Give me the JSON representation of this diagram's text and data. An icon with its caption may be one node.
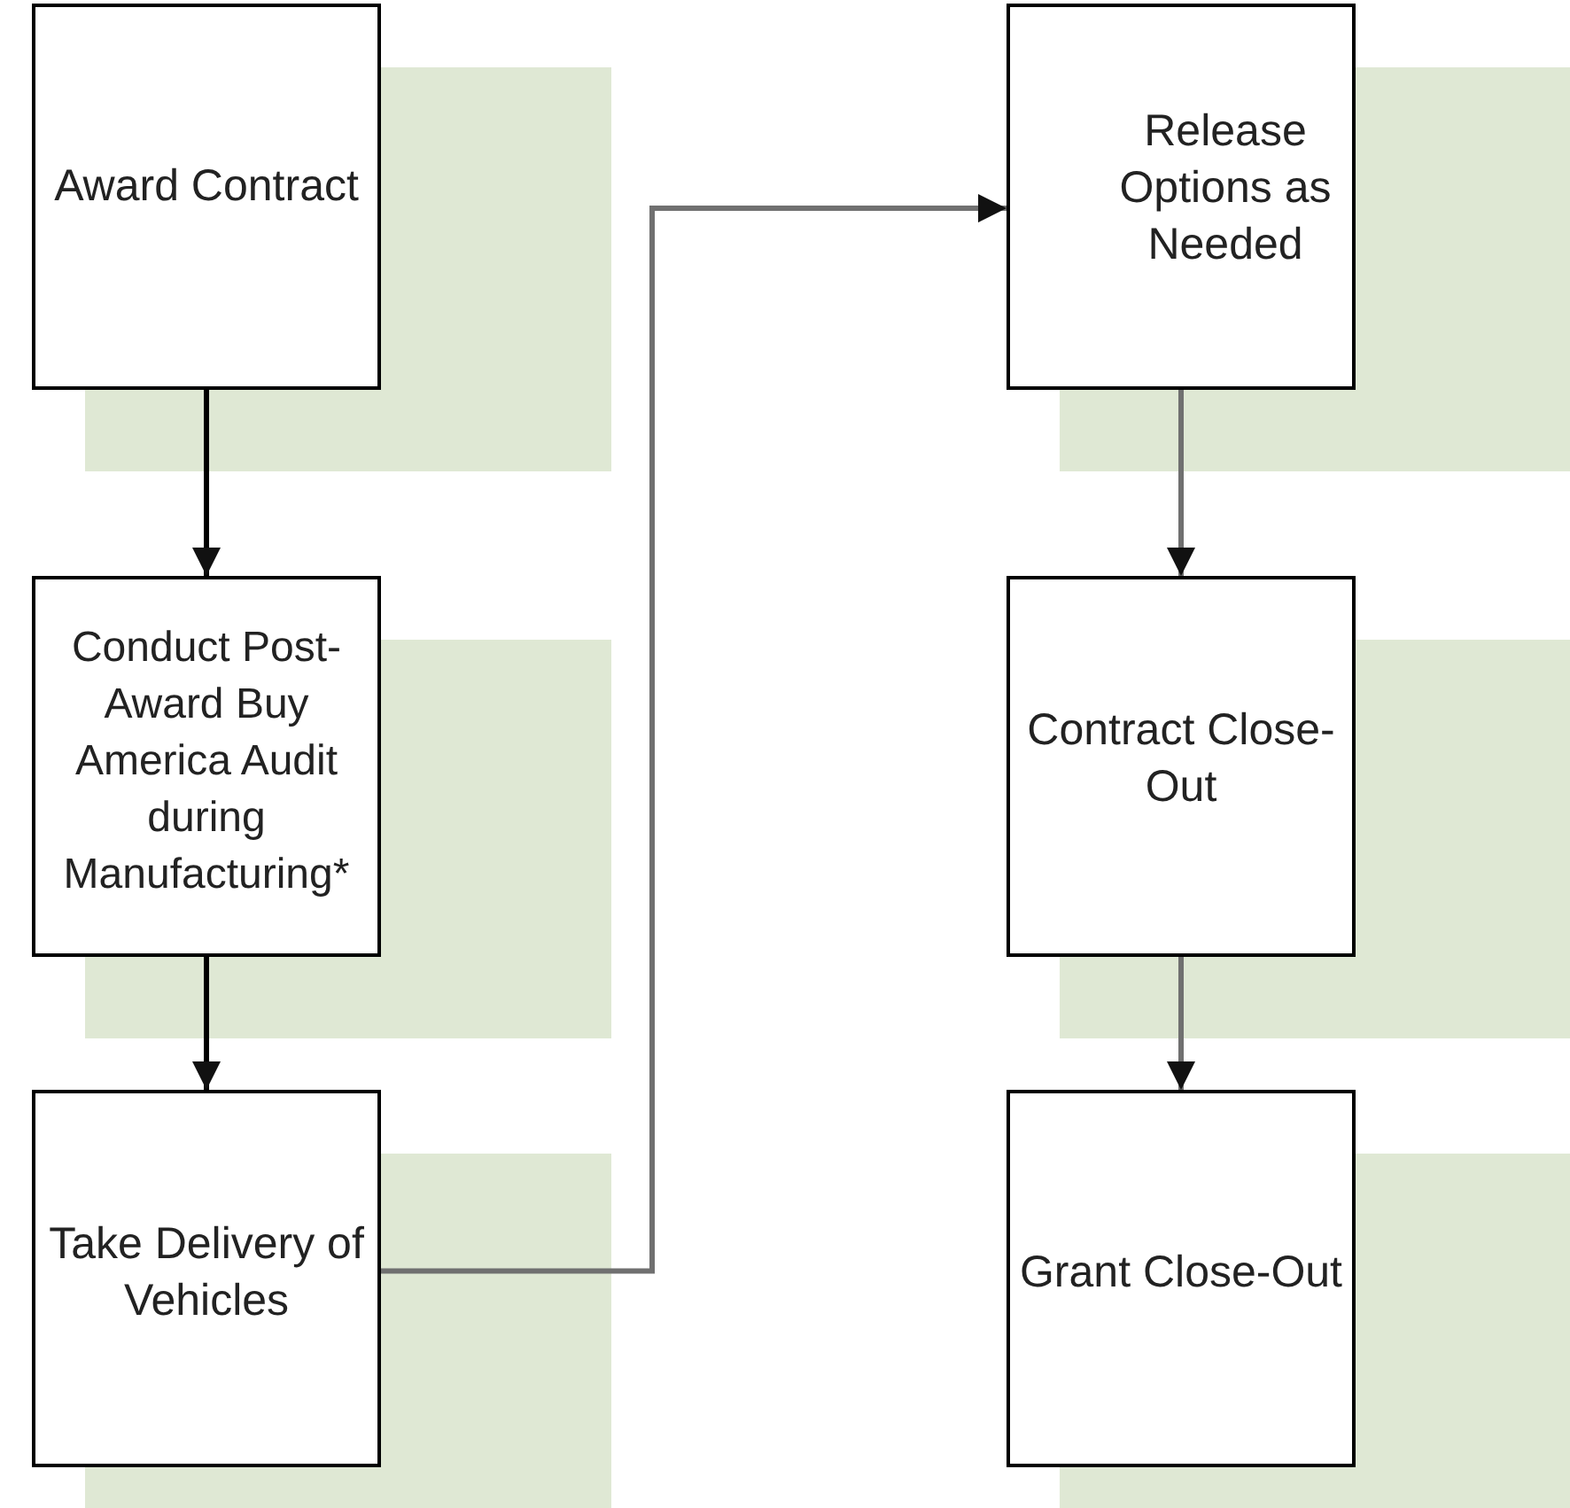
{
  "diagram": {
    "nodes": [
      {
        "text": [
          "Award Contract"
        ]
      },
      {
        "text": [
          "Conduct Post-Award Buy America Audit during Manufacturing*"
        ]
      },
      {
        "text": [
          "Take Delivery of Vehicles"
        ]
      },
      {
        "text": [
          "Release Options as Needed"
        ]
      },
      {
        "text": [
          "Contract Close-Out"
        ]
      },
      {
        "text": [
          "Grant Close-Out"
        ]
      }
    ],
    "edges": [
      {
        "from": 0,
        "to": 1,
        "arrow": "to",
        "color": "#000000"
      },
      {
        "from": 1,
        "to": 2,
        "arrow": "to",
        "color": "#000000"
      },
      {
        "from": 2,
        "to": 3,
        "arrow": "to"
      },
      {
        "from": 3,
        "to": 4,
        "arrow": "to"
      },
      {
        "from": 4,
        "to": 5,
        "arrow": "to"
      }
    ]
  }
}
